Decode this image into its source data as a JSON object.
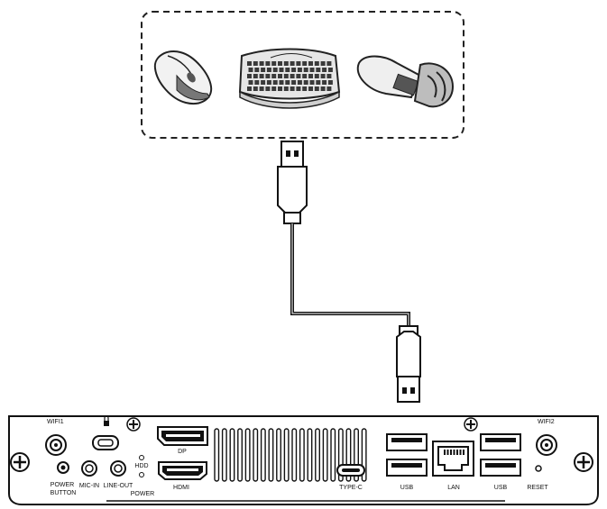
{
  "labels": {
    "wifi1": "WIFI1",
    "wifi2": "WIFI2",
    "power_button": "POWER\nBUTTON",
    "mic_in": "MIC-IN",
    "line_out": "LINE-OUT",
    "hdd": "HDD",
    "power": "POWER",
    "dp": "DP",
    "hdmi": "HDMI",
    "type_c": "TYPE-C",
    "usb_left": "USB",
    "lan": "LAN",
    "usb_right": "USB",
    "reset": "RESET"
  },
  "peripherals": [
    "mouse-icon",
    "keyboard-icon",
    "usb-dongle-icon"
  ]
}
